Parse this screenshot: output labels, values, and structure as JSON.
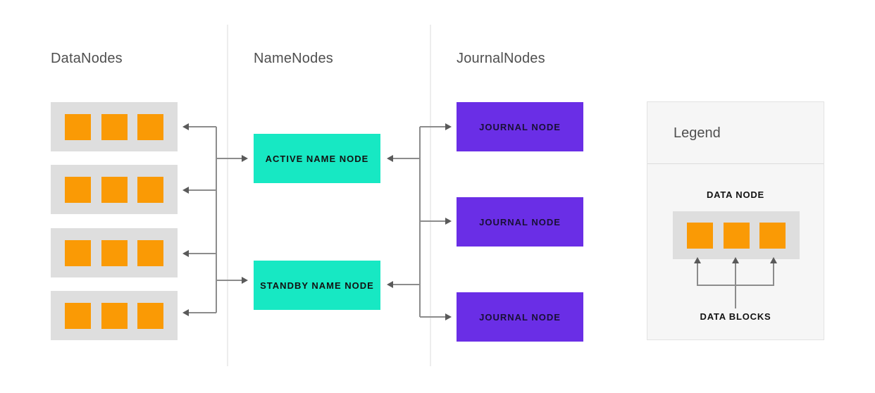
{
  "columns": [
    {
      "id": "datanodes",
      "title": "DataNodes"
    },
    {
      "id": "namenodes",
      "title": "NameNodes"
    },
    {
      "id": "journalnodes",
      "title": "JournalNodes"
    }
  ],
  "datanodes": {
    "count": 4,
    "blocks_per_node": 3
  },
  "namenodes": {
    "active_label": "ACTIVE NAME NODE",
    "standby_label": "STANDBY NAME NODE"
  },
  "journalnodes": {
    "count": 3,
    "label": "JOURNAL NODE"
  },
  "legend": {
    "title": "Legend",
    "data_node_label": "DATA NODE",
    "data_blocks_label": "DATA BLOCKS",
    "blocks": 3
  },
  "colors": {
    "block_orange": "#fa9a05",
    "node_gray": "#dedede",
    "name_node_teal": "#17e8c3",
    "journal_purple": "#6a2ee6",
    "arrow_line": "#8c8c8c",
    "arrow_head": "#5a5a5a",
    "header_text": "#4f4f4f",
    "legend_bg": "#f6f6f6"
  }
}
